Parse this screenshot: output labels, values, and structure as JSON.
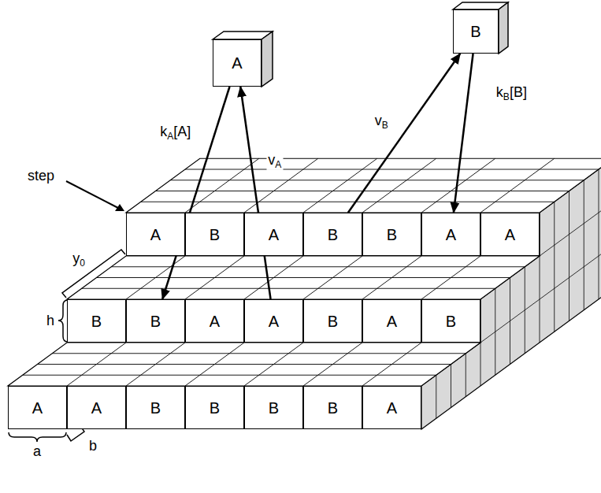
{
  "diagram": {
    "nodes": [
      {
        "text": [
          "A"
        ]
      },
      {
        "text": [
          "B"
        ]
      },
      {
        "text": [
          "A"
        ]
      },
      {
        "text": [
          "B"
        ]
      },
      {
        "text": [
          "A"
        ]
      },
      {
        "text": [
          "B"
        ]
      },
      {
        "text": [
          "B"
        ]
      },
      {
        "text": [
          "A"
        ]
      },
      {
        "text": [
          "A"
        ]
      },
      {
        "text": [
          "B"
        ]
      },
      {
        "text": [
          "B"
        ]
      },
      {
        "text": [
          "A"
        ]
      },
      {
        "text": [
          "A"
        ]
      },
      {
        "text": [
          "B"
        ]
      },
      {
        "text": [
          "A"
        ]
      },
      {
        "text": [
          "B"
        ]
      },
      {
        "text": [
          "A"
        ]
      },
      {
        "text": [
          "A"
        ]
      },
      {
        "text": [
          "B"
        ]
      },
      {
        "text": [
          "B"
        ]
      },
      {
        "text": [
          "B"
        ]
      },
      {
        "text": [
          "B"
        ]
      },
      {
        "text": [
          "A"
        ]
      }
    ],
    "edges": [
      {
        "from": 0,
        "to": 10,
        "label": "kA[A]",
        "arrow": "to"
      },
      {
        "from": 12,
        "to": 0,
        "label": "vA",
        "arrow": "to"
      },
      {
        "from": 5,
        "to": 1,
        "label": "vB",
        "arrow": "to"
      },
      {
        "from": 1,
        "to": 7,
        "label": "kB[B]",
        "arrow": "to"
      }
    ],
    "labels": [
      "step",
      "y0",
      "h",
      "a",
      "b"
    ]
  }
}
